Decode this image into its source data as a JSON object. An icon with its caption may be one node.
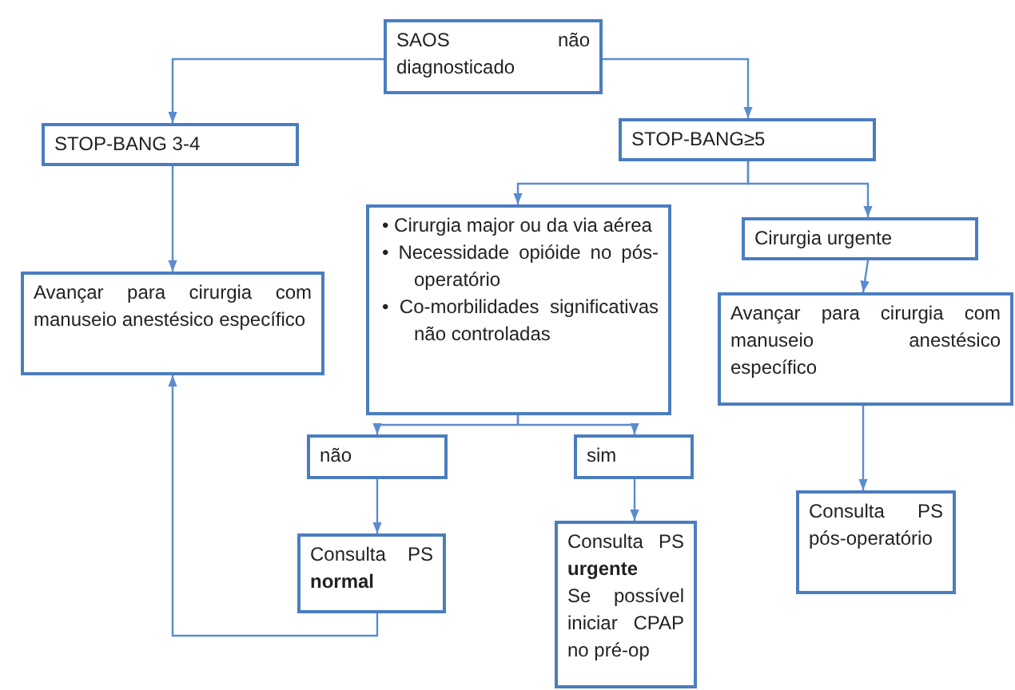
{
  "diagram": {
    "nodes": [
      {
        "text": [
          "SAOS não diagnosticado"
        ]
      },
      {
        "text": [
          "STOP-BANG 3-4"
        ]
      },
      {
        "text": [
          "STOP-BANG≥5"
        ]
      },
      {
        "text": [
          "• Cirurgia major ou da via aérea",
          "• Necessidade opióide no pós-operatório",
          "• Co-morbilidades significativas não controladas"
        ]
      },
      {
        "text": [
          "Cirurgia urgente"
        ]
      },
      {
        "text": [
          "Avançar para cirurgia com manuseio anestésico específico"
        ]
      },
      {
        "text": [
          "Avançar para cirurgia com manuseio anestésico específico"
        ]
      },
      {
        "text": [
          "não"
        ]
      },
      {
        "text": [
          "sim"
        ]
      },
      {
        "text": [
          "Consulta PS **normal**"
        ]
      },
      {
        "text": [
          "Consulta PS **urgente**",
          "Se possível iniciar CPAP no pré-op"
        ]
      },
      {
        "text": [
          "Consulta PS pós-operatório"
        ]
      }
    ],
    "edges": [
      {
        "from": 0,
        "to": 1,
        "arrow": "to"
      },
      {
        "from": 0,
        "to": 2,
        "arrow": "to"
      },
      {
        "from": 2,
        "to": 3,
        "arrow": "to"
      },
      {
        "from": 2,
        "to": 4,
        "arrow": "to"
      },
      {
        "from": 1,
        "to": 5,
        "arrow": "to"
      },
      {
        "from": 4,
        "to": 6,
        "arrow": "to"
      },
      {
        "from": 3,
        "to": 7,
        "arrow": "to"
      },
      {
        "from": 3,
        "to": 8,
        "arrow": "to"
      },
      {
        "from": 7,
        "to": 9,
        "arrow": "to"
      },
      {
        "from": 8,
        "to": 10,
        "arrow": "to"
      },
      {
        "from": 6,
        "to": 11,
        "arrow": "to"
      },
      {
        "from": 9,
        "to": 5,
        "arrow": "to"
      }
    ]
  }
}
